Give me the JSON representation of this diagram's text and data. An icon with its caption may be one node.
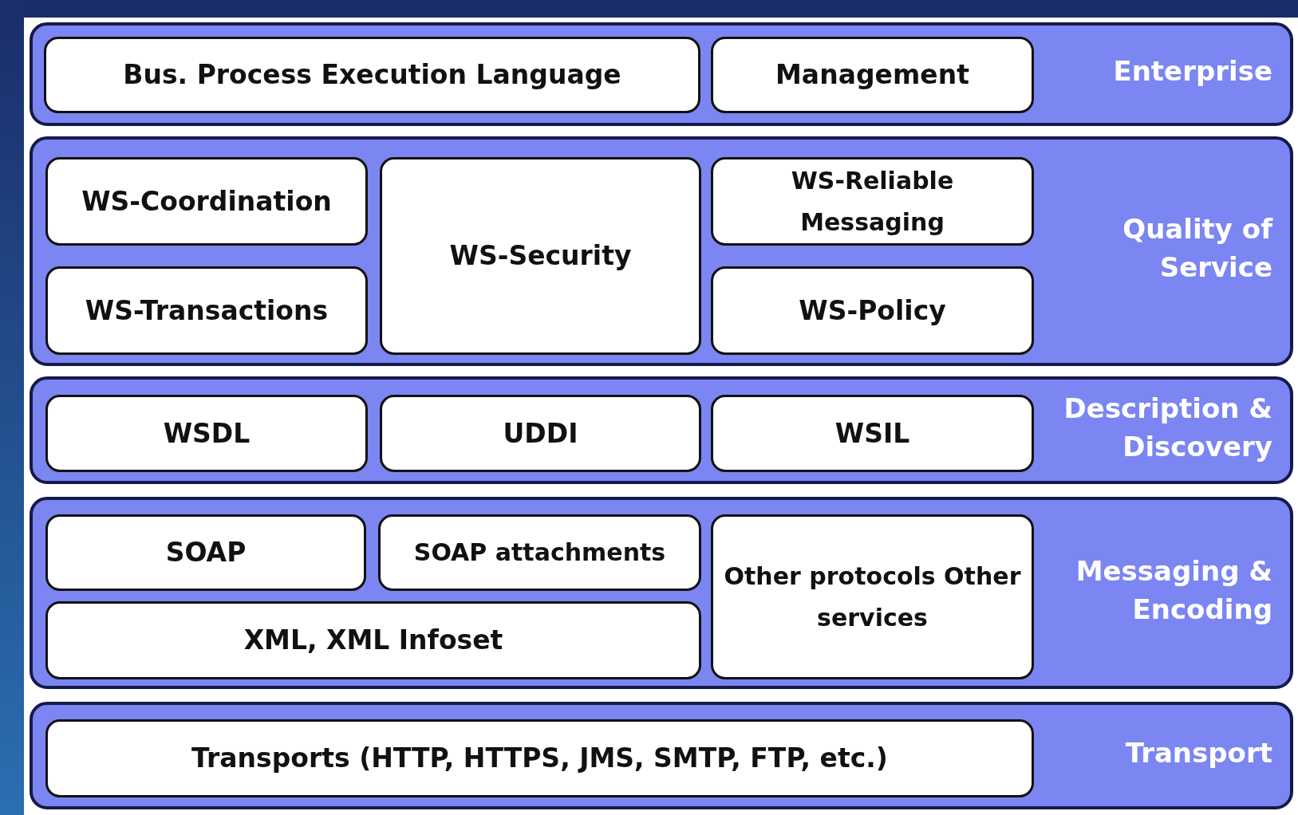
{
  "diagram": {
    "nodes": [
      {
        "text": [
          "Enterprise"
        ]
      },
      {
        "text": [
          "Bus. Process Execution Language"
        ],
        "in": 0
      },
      {
        "text": [
          "Management"
        ],
        "in": 0
      },
      {
        "text": [
          "Quality of Service"
        ]
      },
      {
        "text": [
          "WS-Coordination"
        ],
        "in": 3
      },
      {
        "text": [
          "WS-Security"
        ],
        "in": 3
      },
      {
        "text": [
          "WS-Reliable Messaging"
        ],
        "in": 3
      },
      {
        "text": [
          "WS-Transactions"
        ],
        "in": 3
      },
      {
        "text": [
          "WS-Policy"
        ],
        "in": 3
      },
      {
        "text": [
          "Description & Discovery"
        ]
      },
      {
        "text": [
          "WSDL"
        ],
        "in": 9
      },
      {
        "text": [
          "UDDI"
        ],
        "in": 9
      },
      {
        "text": [
          "WSIL"
        ],
        "in": 9
      },
      {
        "text": [
          "Messaging & Encoding"
        ]
      },
      {
        "text": [
          "SOAP"
        ],
        "in": 13
      },
      {
        "text": [
          "SOAP attachments"
        ],
        "in": 13
      },
      {
        "text": [
          "Other protocols Other services"
        ],
        "in": 13
      },
      {
        "text": [
          "XML, XML Infoset"
        ],
        "in": 13
      },
      {
        "text": [
          "Transport"
        ]
      },
      {
        "text": [
          "Transports (HTTP, HTTPS, JMS, SMTP, FTP, etc.)"
        ],
        "in": 18
      }
    ]
  }
}
